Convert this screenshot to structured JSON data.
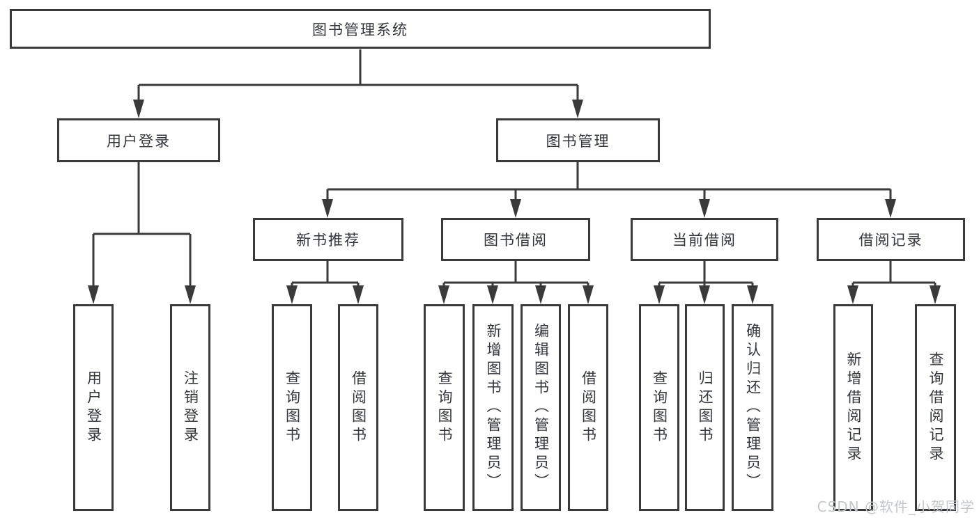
{
  "diagram": {
    "title": "图书管理系统",
    "root": {
      "label": "图书管理系统"
    },
    "branches": [
      {
        "label": "用户登录",
        "children": [
          "用户登录",
          "注销登录"
        ]
      },
      {
        "label": "图书管理",
        "children": [
          {
            "label": "新书推荐",
            "children": [
              "查询图书",
              "借阅图书"
            ]
          },
          {
            "label": "图书借阅",
            "children": [
              "查询图书",
              "新增图书（管理员）",
              "编辑图书（管理员）",
              "借阅图书"
            ]
          },
          {
            "label": "当前借阅",
            "children": [
              "查询图书",
              "归还图书",
              "确认归还（管理员）"
            ]
          },
          {
            "label": "借阅记录",
            "children": [
              "新增借阅记录",
              "查询借阅记录"
            ]
          }
        ]
      }
    ]
  },
  "colors": {
    "line": "#3a3a3a",
    "text": "#33363b",
    "background": "#ffffff",
    "watermark": "#c3c6ca"
  },
  "watermark": {
    "text": "CSDN @软件_小贺同学"
  }
}
